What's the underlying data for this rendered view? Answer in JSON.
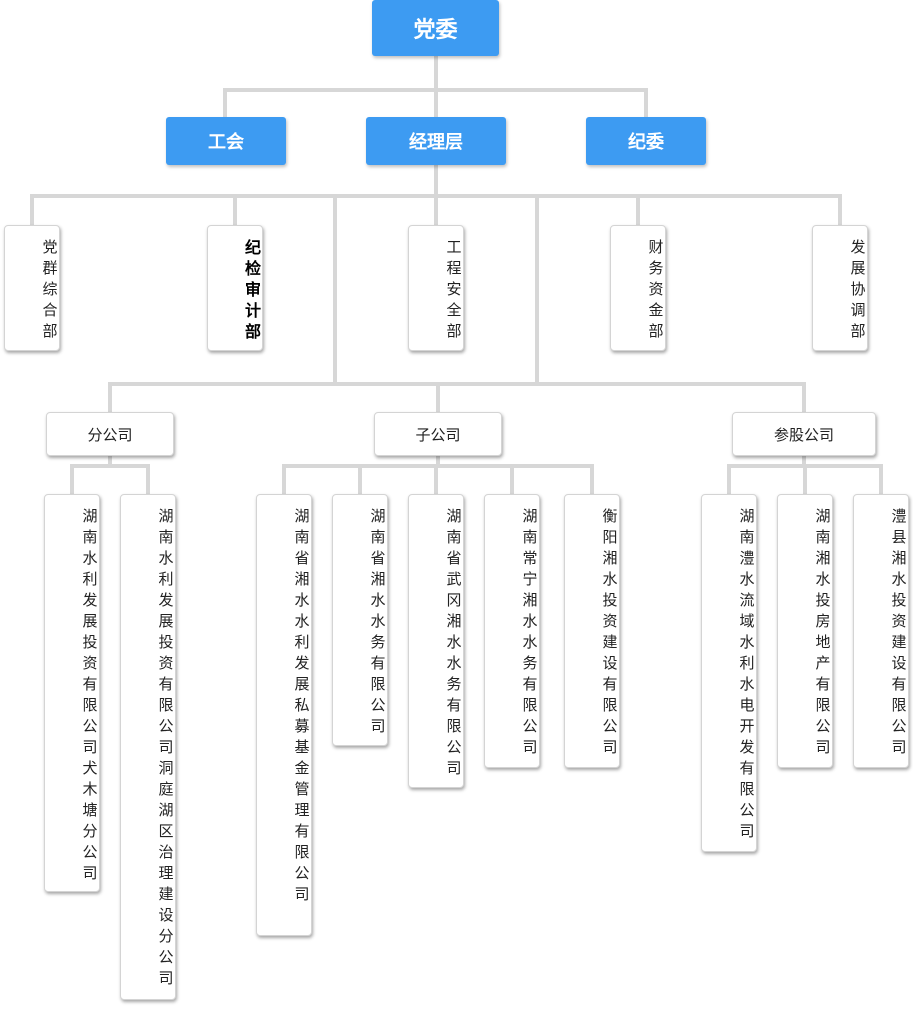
{
  "top": "党委",
  "level2": {
    "union": "工会",
    "management": "经理层",
    "discipline": "纪委"
  },
  "departments": [
    "党群综合部",
    "纪检审计部",
    "工程安全部",
    "财务资金部",
    "发展协调部"
  ],
  "company_groups": {
    "branch": "分公司",
    "subsidiary": "子公司",
    "share": "参股公司"
  },
  "branches": [
    "湖南水利发展投资有限公司犬木塘分公司",
    "湖南水利发展投资有限公司洞庭湖区治理建设分公司"
  ],
  "subsidiaries": [
    "湖南省湘水水利发展私募基金管理有限公司",
    "湖南省湘水水务有限公司",
    "湖南省武冈湘水水务有限公司",
    "湖南常宁湘水水务有限公司",
    "衡阳湘水投资建设有限公司"
  ],
  "shareholdings": [
    "湖南澧水流域水利水电开发有限公司",
    "湖南湘水投房地产有限公司",
    "澧县湘水投资建设有限公司"
  ],
  "colors": {
    "accent_blue": "#3d9bf2",
    "connector_gray": "#d7d7d7"
  }
}
